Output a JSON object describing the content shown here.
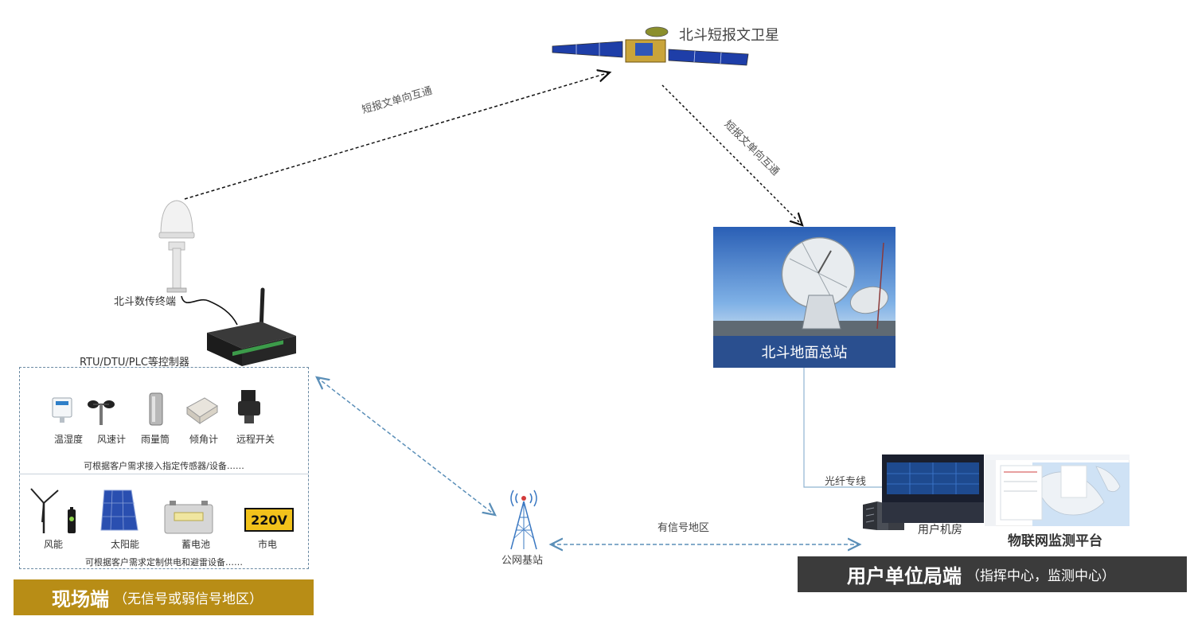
{
  "satellite": {
    "label": "北斗短报文卫星",
    "icon": "satellite-icon"
  },
  "links": {
    "terminal_to_satellite": "短报文单向互通",
    "satellite_to_ground": "短报文单向互通",
    "fiber": "光纤专线",
    "signal_area": "有信号地区"
  },
  "terminal": {
    "label": "北斗数传终端",
    "icon": "antenna-dome-icon"
  },
  "controller": {
    "label": "RTU/DTU/PLC等控制器",
    "icon": "controller-box-icon"
  },
  "sensors": {
    "items": [
      {
        "label": "温湿度",
        "icon": "humidity-sensor-icon"
      },
      {
        "label": "风速计",
        "icon": "anemometer-icon"
      },
      {
        "label": "雨量筒",
        "icon": "rain-gauge-icon"
      },
      {
        "label": "倾角计",
        "icon": "inclinometer-icon"
      },
      {
        "label": "远程开关",
        "icon": "remote-switch-icon"
      }
    ],
    "note": "可根据客户需求接入指定传感器/设备……"
  },
  "power": {
    "items": [
      {
        "label": "风能",
        "icon": "wind-turbine-icon"
      },
      {
        "label": "太阳能",
        "icon": "solar-panel-icon"
      },
      {
        "label": "蓄电池",
        "icon": "battery-icon"
      },
      {
        "label": "市电",
        "icon": "mains-power-icon",
        "badge": "220V"
      }
    ],
    "note": "可根据客户需求定制供电和避雷设备……"
  },
  "field_banner": {
    "main": "现场端",
    "sub": "（无信号或弱信号地区）"
  },
  "ground_station": {
    "label": "北斗地面总站",
    "icon": "dish-antenna-icon"
  },
  "base_station": {
    "label": "公网基站",
    "icon": "cell-tower-icon"
  },
  "user_side": {
    "server_room_label": "用户机房",
    "platform_label": "物联网监测平台",
    "banner_main": "用户单位局端",
    "banner_sub": "（指挥中心，监测中心）"
  },
  "colors": {
    "field_banner": "#b88d16",
    "user_banner": "#3b3b3b",
    "ground_caption": "#2a4f8f",
    "dashed_blue": "#5b8fb8",
    "badge_yellow": "#f2c21b"
  }
}
